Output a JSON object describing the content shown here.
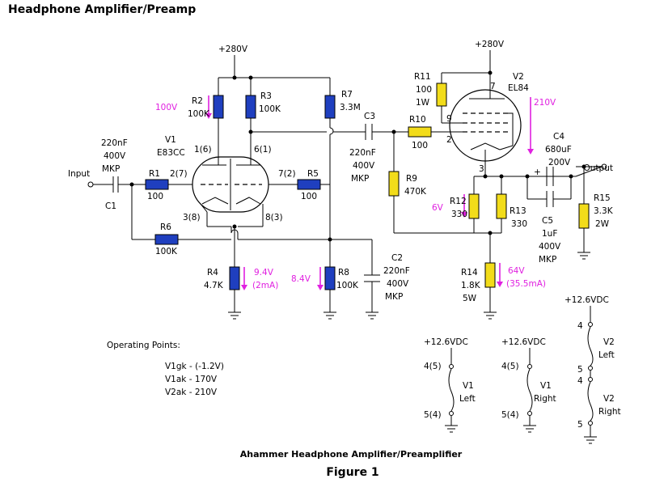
{
  "title": "Headphone Amplifier/Preamp",
  "caption": "Ahammer Headphone Amplifier/Preamplifier",
  "figure_label": "Figure 1",
  "supply_left": "+280V",
  "supply_right": "+280V",
  "input_label": "Input",
  "output_label": "Output",
  "c1": {
    "value_lines": [
      "220nF",
      "400V",
      "MKP"
    ],
    "name": "C1"
  },
  "r1": {
    "name": "R1",
    "value": "100"
  },
  "r2": {
    "name": "R2",
    "value": "100K"
  },
  "r3": {
    "name": "R3",
    "value": "100K"
  },
  "r4": {
    "name": "R4",
    "value": "4.7K"
  },
  "r5": {
    "name": "R5",
    "value": "100"
  },
  "r6": {
    "name": "R6",
    "value": "100K"
  },
  "r7": {
    "name": "R7",
    "value": "3.3M"
  },
  "r8": {
    "name": "R8",
    "value": "100K"
  },
  "r9": {
    "name": "R9",
    "value": "470K"
  },
  "r10": {
    "name": "R10",
    "value": "100"
  },
  "r11": {
    "name": "R11",
    "value": "100",
    "power": "1W"
  },
  "r12": {
    "name": "R12",
    "value": "330"
  },
  "r13": {
    "name": "R13",
    "value": "330"
  },
  "r14": {
    "name": "R14",
    "value": "1.8K",
    "power": "5W"
  },
  "r15": {
    "name": "R15",
    "value": "3.3K",
    "power": "2W"
  },
  "c2": {
    "name": "C2",
    "value_lines": [
      "220nF",
      "400V",
      "MKP"
    ]
  },
  "c3": {
    "name": "C3",
    "value_lines": [
      "220nF",
      "400V",
      "MKP"
    ]
  },
  "c4": {
    "name": "C4",
    "value_lines": [
      "680uF",
      "200V"
    ]
  },
  "c5": {
    "name": "C5",
    "value_lines": [
      "1uF",
      "400V",
      "MKP"
    ]
  },
  "v1": {
    "name": "V1",
    "type": "E83CC",
    "pins": [
      "1(6)",
      "6(1)",
      "2(7)",
      "7(2)",
      "3(8)",
      "8(3)"
    ]
  },
  "v2": {
    "name": "V2",
    "type": "EL84",
    "pins": [
      "7",
      "9",
      "2",
      "3"
    ]
  },
  "annotations": {
    "v_r2": "100V",
    "v_r4": [
      "9.4V",
      "(2mA)"
    ],
    "v_r8": "8.4V",
    "v_v2": "210V",
    "v_r12": "6V",
    "v_r14": [
      "64V",
      "(35.5mA)"
    ]
  },
  "operating_points": {
    "heading": "Operating Points:",
    "lines": [
      "V1gk - (-1.2V)",
      "V1ak - 170V",
      "V2ak - 210V"
    ]
  },
  "heaters": {
    "h1": {
      "supply": "+12.6VDC",
      "pin_top": "4(5)",
      "pin_bottom": "5(4)",
      "tube": "V1",
      "side": "Left"
    },
    "h2": {
      "supply": "+12.6VDC",
      "pin_top": "4(5)",
      "pin_bottom": "5(4)",
      "tube": "V1",
      "side": "Right"
    },
    "h3": {
      "supply": "+12.6VDC",
      "pins": [
        "4",
        "5",
        "4",
        "5"
      ],
      "left_tube": "V2",
      "left_side": "Left",
      "right_tube": "V2",
      "right_side": "Right"
    }
  }
}
